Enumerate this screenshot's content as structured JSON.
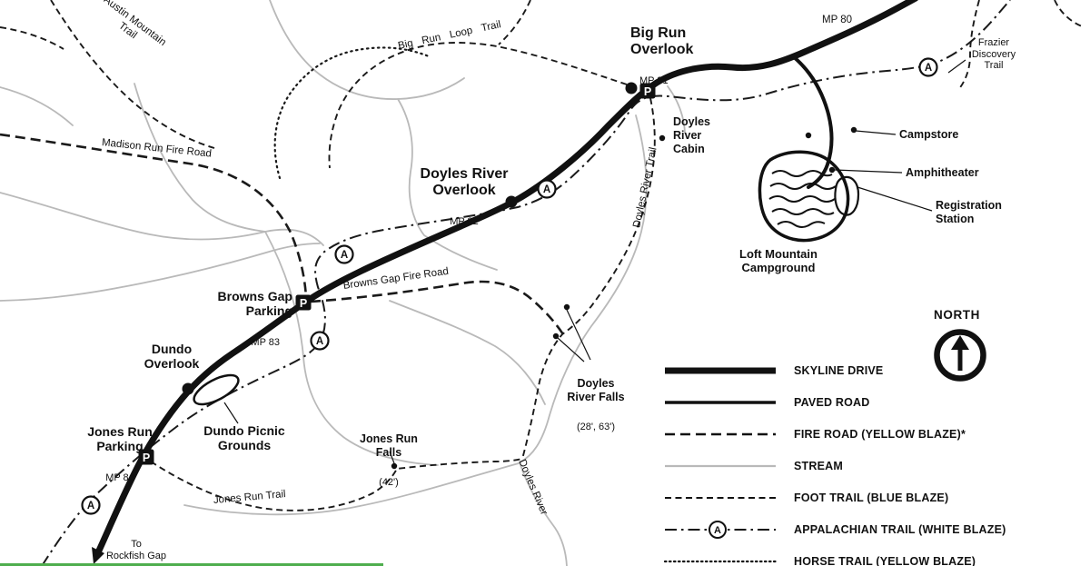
{
  "colors": {
    "ink": "#111111",
    "stream": "#b9b9b9",
    "accent_green": "#4fae4e"
  },
  "icons": {
    "parking_marker": "P",
    "appalachian_trail_marker": "A"
  },
  "compass": {
    "label": "NORTH"
  },
  "mileposts": {
    "mp80": "MP 80"
  },
  "pois": {
    "big_run_overlook": {
      "name": "Big Run\nOverlook",
      "mp": "MP 81"
    },
    "doyles_river_overlook": {
      "name": "Doyles River\nOverlook",
      "mp": "MP 82"
    },
    "browns_gap_parking": {
      "name": "Browns Gap\nParking",
      "mp": "MP 83"
    },
    "jones_run_parking": {
      "name": "Jones Run\nParking",
      "mp": "MP 84"
    },
    "dundo_overlook": {
      "name": "Dundo\nOverlook"
    },
    "dundo_picnic_grounds": {
      "name": "Dundo Picnic\nGrounds"
    },
    "doyles_river_cabin": {
      "name": "Doyles\nRiver\nCabin"
    },
    "campstore": {
      "name": "Campstore"
    },
    "amphitheater": {
      "name": "Amphitheater"
    },
    "registration_station": {
      "name": "Registration\nStation"
    },
    "loft_mountain_campground": {
      "name": "Loft Mountain\nCampground"
    },
    "jones_run_falls": {
      "name": "Jones Run\nFalls",
      "detail": "(42')"
    },
    "doyles_river_falls": {
      "name": "Doyles\nRiver Falls",
      "detail": "(28', 63')"
    }
  },
  "trail_labels": {
    "austin_mountain_trail": "Austin Mountain\nTrail",
    "big_run_loop_trail": "Big Run Loop Trail",
    "madison_run_fire_road": "Madison Run Fire Road",
    "browns_gap_fire_road": "Browns Gap Fire Road",
    "doyles_river_trail": "Doyles River Trail",
    "jones_run_trail": "Jones Run Trail",
    "doyles_river_stream": "Doyles River",
    "frazier_discovery_trail": "Frazier\nDiscovery\nTrail"
  },
  "annotations": {
    "to_rockfish_gap": "To\nRockfish Gap"
  },
  "legend": {
    "items": [
      {
        "id": "skyline-drive",
        "label": "SKYLINE DRIVE"
      },
      {
        "id": "paved-road",
        "label": "PAVED ROAD"
      },
      {
        "id": "fire-road",
        "label": "FIRE ROAD (YELLOW BLAZE)*"
      },
      {
        "id": "stream",
        "label": "STREAM"
      },
      {
        "id": "foot-trail",
        "label": "FOOT TRAIL (BLUE BLAZE)"
      },
      {
        "id": "appalachian-trail",
        "label": "APPALACHIAN TRAIL (WHITE BLAZE)"
      },
      {
        "id": "horse-trail",
        "label": "HORSE TRAIL (YELLOW BLAZE)"
      }
    ]
  }
}
